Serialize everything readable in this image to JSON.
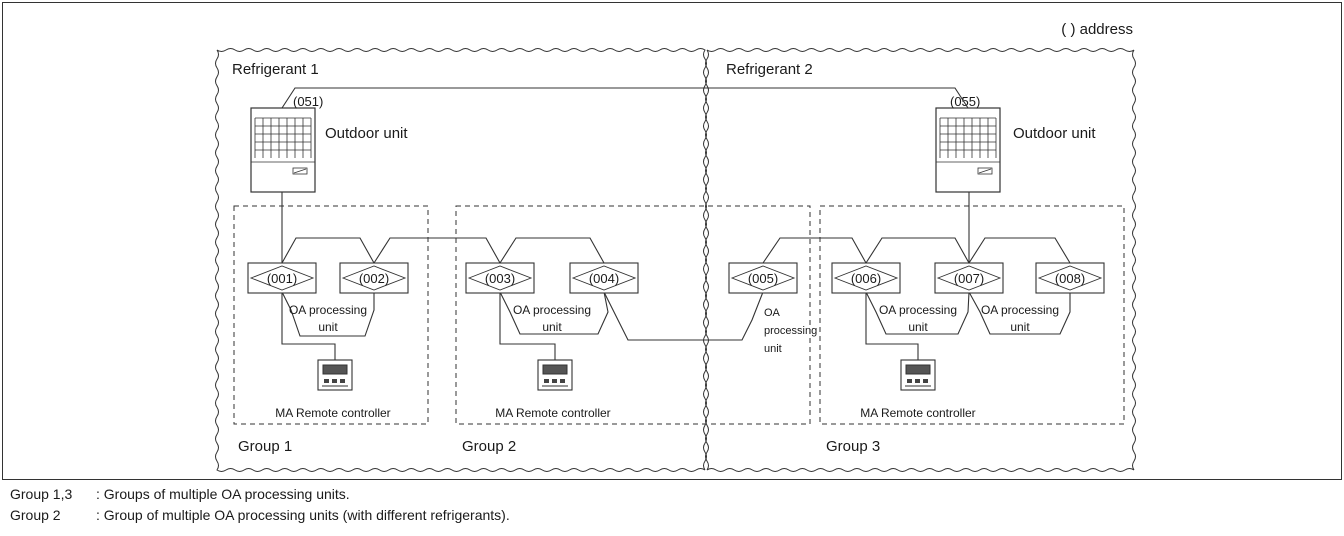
{
  "legend": {
    "address_note": "(    ) address"
  },
  "refrigerants": [
    {
      "label": "Refrigerant 1"
    },
    {
      "label": "Refrigerant 2"
    }
  ],
  "outdoor_units": [
    {
      "address": "(051)",
      "label": "Outdoor unit"
    },
    {
      "address": "(055)",
      "label": "Outdoor unit"
    }
  ],
  "groups": [
    {
      "label": "Group 1",
      "controller": "MA Remote controller"
    },
    {
      "label": "Group 2",
      "controller": "MA Remote controller"
    },
    {
      "label": "Group 3",
      "controller": "MA Remote controller"
    }
  ],
  "indoor_units": [
    "(001)",
    "(002)",
    "(003)",
    "(004)",
    "(005)",
    "(006)",
    "(007)",
    "(008)"
  ],
  "oa_labels": {
    "line1": "OA processing",
    "line2": "unit",
    "stack1": "OA",
    "stack2": "processing",
    "stack3": "unit"
  },
  "notes": [
    {
      "key": "Group 1,3",
      "text": ": Groups of multiple OA processing units."
    },
    {
      "key": "Group 2",
      "text": ": Group of multiple OA processing units (with different refrigerants)."
    }
  ]
}
